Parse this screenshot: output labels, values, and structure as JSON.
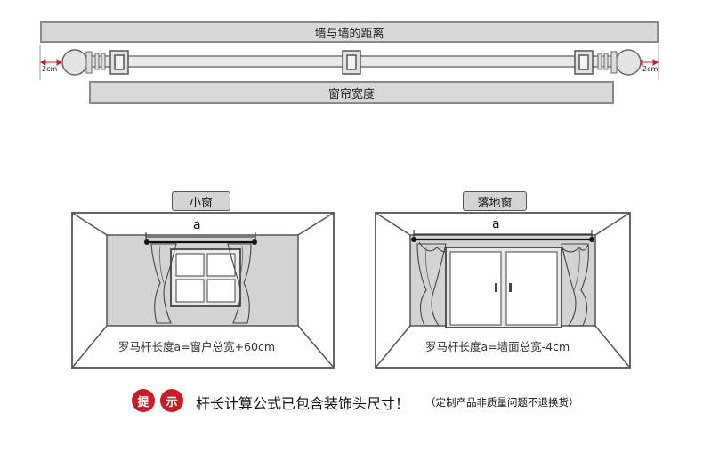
{
  "top": {
    "wall_distance": "墙与墙的距离",
    "curtain_width": "窗帘宽度",
    "gap_left": "2cm",
    "gap_right": "2cm"
  },
  "small_window": {
    "title": "小窗",
    "rod_label": "a",
    "formula": "罗马杆长度a=窗户总宽+60cm"
  },
  "floor_window": {
    "title": "落地窗",
    "rod_label": "a",
    "formula": "罗马杆长度a=墙面总宽-4cm"
  },
  "notice": {
    "badge_1": "提",
    "badge_2": "示",
    "main": "杆长计算公式已包含装饰头尺寸！",
    "sub": "（定制产品非质量问题不退换货）",
    "accent": "#c81d25"
  }
}
